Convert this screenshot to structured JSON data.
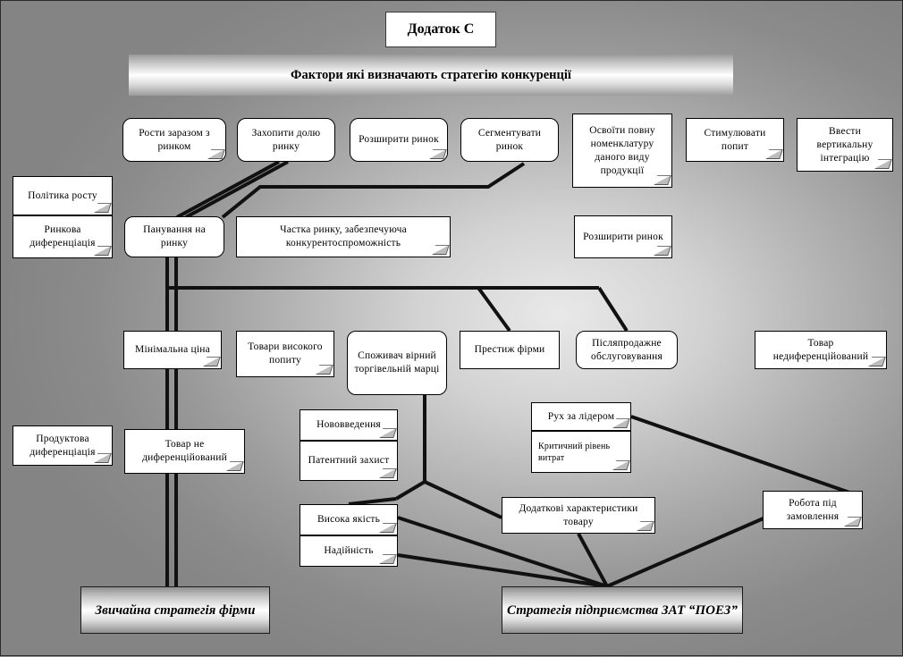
{
  "appendix": {
    "label": "Додаток С"
  },
  "banner": {
    "title": "Фактори які визначають стратегію конкуренції"
  },
  "nodes": {
    "grow_with_market": "Рости заразом з ринком",
    "capture_share": "Захопити долю ринку",
    "expand_market_top": "Розширити ринок",
    "segment_market": "Сегментувати ринок",
    "full_range": "Освоїти повну номенклатуру даного виду продукції",
    "stimulate_demand": "Стимулювати попит",
    "vertical_integration": "Ввести вертикальну інтеграцію",
    "growth_policy": "Політика росту",
    "market_differentiation": "Ринкова диференціація",
    "market_domination": "Панування на ринку",
    "competitive_share": "Частка ринку, забезпечуюча конкурентоспроможність",
    "expand_market_mid": "Розширити ринок",
    "minimal_price": "Мінімальна ціна",
    "high_demand_goods": "Товари високого попиту",
    "brand_loyal_consumer": "Споживач вірний торгівельній марці",
    "firm_prestige": "Престиж фірми",
    "after_sales_service": "Післяпродажне обслуговування",
    "undifferentiated_product_right": "Товар недиференційований",
    "product_differentiation": "Продуктова диференціація",
    "product_not_differentiated": "Товар не диференційований",
    "innovations": "Нововведення",
    "patent_protection": "Патентний захист",
    "follow_the_leader": "Рух за лідером",
    "critical_cost_level": "Критичний рівень витрат",
    "high_quality": "Висока якість",
    "reliability": "Надійність",
    "additional_features": "Додаткові характеристики товару",
    "made_to_order": "Робота під замовлення"
  },
  "strategies": {
    "ordinary": "Звичайна стратегія фірми",
    "enterprise": "Стратегія підприємства ЗАТ “ПОЕЗ”"
  },
  "style": {
    "line_color": "#111111",
    "node_fill": "#ffffff",
    "background": "#8e8e8e"
  }
}
